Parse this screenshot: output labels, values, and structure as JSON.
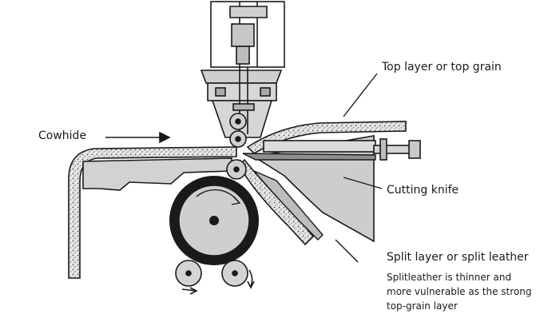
{
  "labels": {
    "cowhide": "Cowhide",
    "top_layer": "Top layer or top grain",
    "cutting_knife": "Cutting knife",
    "split_layer": "Split layer or split leather",
    "note": "Splitleather is thinner and more vulnerable as the strong top-grain layer"
  },
  "colors": {
    "ink": "#1a1a1a",
    "metal": "#cfcfcf",
    "hide": "#d9d9d9",
    "background": "#ffffff"
  }
}
